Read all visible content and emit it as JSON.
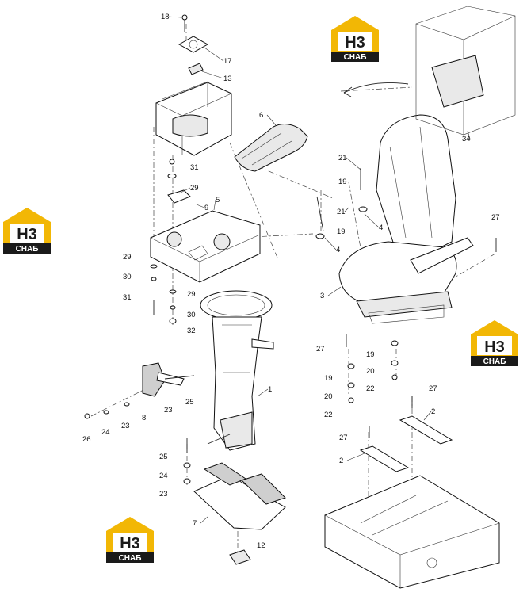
{
  "logo": {
    "letters": "H3",
    "word": "СНАБ",
    "accent": "#f2b705",
    "dark": "#1a1a1a"
  },
  "callouts": [
    {
      "id": "c18",
      "text": "18"
    },
    {
      "id": "c17",
      "text": "17"
    },
    {
      "id": "c13",
      "text": "13"
    },
    {
      "id": "c6",
      "text": "6"
    },
    {
      "id": "c31a",
      "text": "31"
    },
    {
      "id": "c29a",
      "text": "29"
    },
    {
      "id": "c9",
      "text": "9"
    },
    {
      "id": "c5",
      "text": "5"
    },
    {
      "id": "c29b",
      "text": "29"
    },
    {
      "id": "c30a",
      "text": "30"
    },
    {
      "id": "c31b",
      "text": "31"
    },
    {
      "id": "c29c",
      "text": "29"
    },
    {
      "id": "c30b",
      "text": "30"
    },
    {
      "id": "c32",
      "text": "32"
    },
    {
      "id": "c21a",
      "text": "21"
    },
    {
      "id": "c19a",
      "text": "19"
    },
    {
      "id": "c21b",
      "text": "21"
    },
    {
      "id": "c19b",
      "text": "19"
    },
    {
      "id": "c4a",
      "text": "4"
    },
    {
      "id": "c4b",
      "text": "4"
    },
    {
      "id": "c3",
      "text": "3"
    },
    {
      "id": "c34",
      "text": "34"
    },
    {
      "id": "c27a",
      "text": "27"
    },
    {
      "id": "c27b",
      "text": "27"
    },
    {
      "id": "c19c",
      "text": "19"
    },
    {
      "id": "c20a",
      "text": "20"
    },
    {
      "id": "c22a",
      "text": "22"
    },
    {
      "id": "c19d",
      "text": "19"
    },
    {
      "id": "c20b",
      "text": "20"
    },
    {
      "id": "c22b",
      "text": "22"
    },
    {
      "id": "c27c",
      "text": "27"
    },
    {
      "id": "c2a",
      "text": "2"
    },
    {
      "id": "c27d",
      "text": "27"
    },
    {
      "id": "c2b",
      "text": "2"
    },
    {
      "id": "c1",
      "text": "1"
    },
    {
      "id": "c25a",
      "text": "25"
    },
    {
      "id": "c23a",
      "text": "23"
    },
    {
      "id": "c8",
      "text": "8"
    },
    {
      "id": "c23b",
      "text": "23"
    },
    {
      "id": "c24a",
      "text": "24"
    },
    {
      "id": "c26",
      "text": "26"
    },
    {
      "id": "c25b",
      "text": "25"
    },
    {
      "id": "c24b",
      "text": "24"
    },
    {
      "id": "c23c",
      "text": "23"
    },
    {
      "id": "c7",
      "text": "7"
    },
    {
      "id": "c12",
      "text": "12"
    }
  ]
}
